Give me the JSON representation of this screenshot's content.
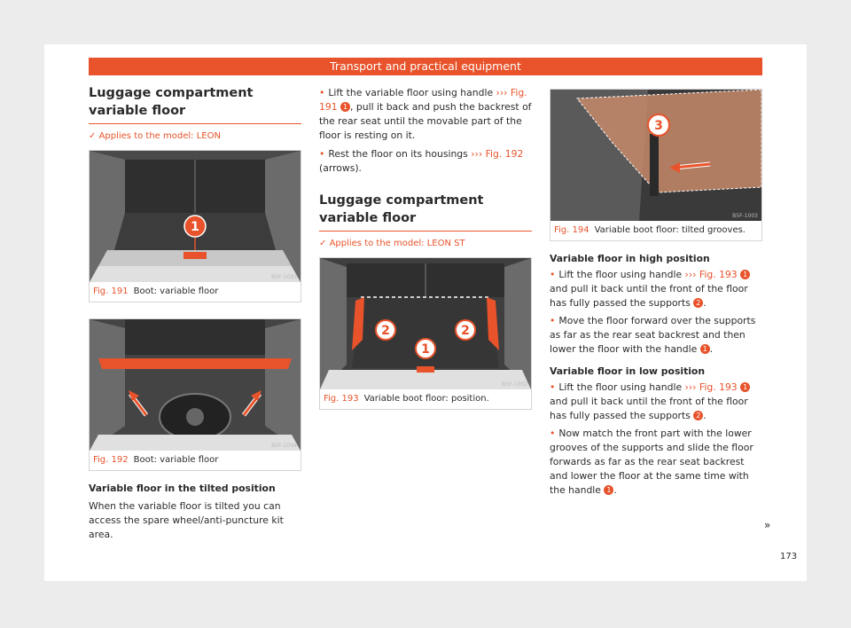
{
  "header": {
    "title": "Transport and practical equipment"
  },
  "col1": {
    "heading": "Luggage compartment variable floor",
    "applies": "Applies to the model: LEON",
    "fig191": {
      "code": "B5F-1093",
      "num": "Fig. 191",
      "caption": "Boot: variable floor"
    },
    "fig192": {
      "code": "B5F-1094",
      "num": "Fig. 192",
      "caption": "Boot: variable floor"
    },
    "subheading": "Variable floor in the tilted position",
    "para": "When the variable floor is tilted you can access the spare wheel/anti-puncture kit area."
  },
  "col2": {
    "b1_a": "Lift the variable floor using handle",
    "b1_ref": "››› Fig. 191",
    "b1_b": ", pull it back and push the backrest of the rear seat until the movable part of the floor is resting on it.",
    "b2_a": "Rest the floor on its housings",
    "b2_ref": "››› Fig. 192",
    "b2_b": "(arrows).",
    "heading": "Luggage compartment variable floor",
    "applies": "Applies to the model: LEON ST",
    "fig193": {
      "code": "B5F-1002",
      "num": "Fig. 193",
      "caption": "Variable boot floor: position."
    }
  },
  "col3": {
    "fig194": {
      "code": "B5F-1003",
      "num": "Fig. 194",
      "caption": "Variable boot floor: tilted grooves."
    },
    "high": {
      "title": "Variable floor in high position",
      "b1_a": "Lift the floor using handle",
      "b1_ref": "››› Fig. 193",
      "b1_b": "and pull it back until the front of the floor has fully passed the supports",
      "b2_a": "Move the floor forward over the supports as far as the rear seat backrest and then lower the floor with the handle"
    },
    "low": {
      "title": "Variable floor in low position",
      "b1_a": "Lift the floor using handle",
      "b1_ref": "››› Fig. 193",
      "b1_b": "and pull it back until the front of the floor has fully passed the supports",
      "b2_a": "Now match the front part with the lower grooves of the supports and slide the floor forwards as far as the rear seat backrest and lower the floor at the same time with the handle"
    }
  },
  "markers": {
    "one": "1",
    "two": "2",
    "three": "3"
  },
  "continue_mark": "»",
  "page_number": "173"
}
